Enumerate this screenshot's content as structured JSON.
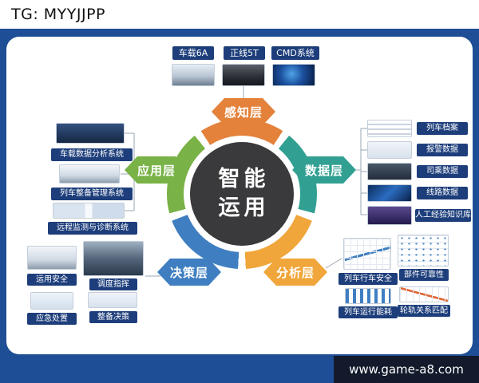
{
  "header": {
    "title": "TG: MYYJJPP"
  },
  "footer": {
    "url": "www.game-a8.com"
  },
  "center": {
    "line1": "智能",
    "line2": "运用"
  },
  "layers": {
    "perception": "感知层",
    "data": "数据层",
    "analysis": "分析层",
    "decision": "决策层",
    "application": "应用层"
  },
  "colors": {
    "background": "#1e4f96",
    "center_circle": "#3a3a3c",
    "perception": "#e4813a",
    "data": "#31a092",
    "analysis": "#f0a63a",
    "decision": "#3f7fc1",
    "application": "#79b246"
  },
  "perception_items": [
    {
      "label": "车载6A"
    },
    {
      "label": "正线5T"
    },
    {
      "label": "CMD系统"
    }
  ],
  "application_items": [
    {
      "label": "车载数据分析系统"
    },
    {
      "label": "列车整备管理系统"
    },
    {
      "label": "远程监测与诊断系统"
    }
  ],
  "data_items": [
    {
      "label": "列车档案"
    },
    {
      "label": "报警数据"
    },
    {
      "label": "司乘数据"
    },
    {
      "label": "线路数据"
    },
    {
      "label": "人工经验知识库"
    }
  ],
  "decision_items": [
    {
      "label": "运用安全"
    },
    {
      "label": "调度指挥"
    },
    {
      "label": "应急处置"
    },
    {
      "label": "整备决策"
    }
  ],
  "analysis_items": [
    {
      "label": "列车行车安全"
    },
    {
      "label": "部件可靠性"
    },
    {
      "label": "列车运行能耗"
    },
    {
      "label": "轮轨关系匹配"
    }
  ]
}
